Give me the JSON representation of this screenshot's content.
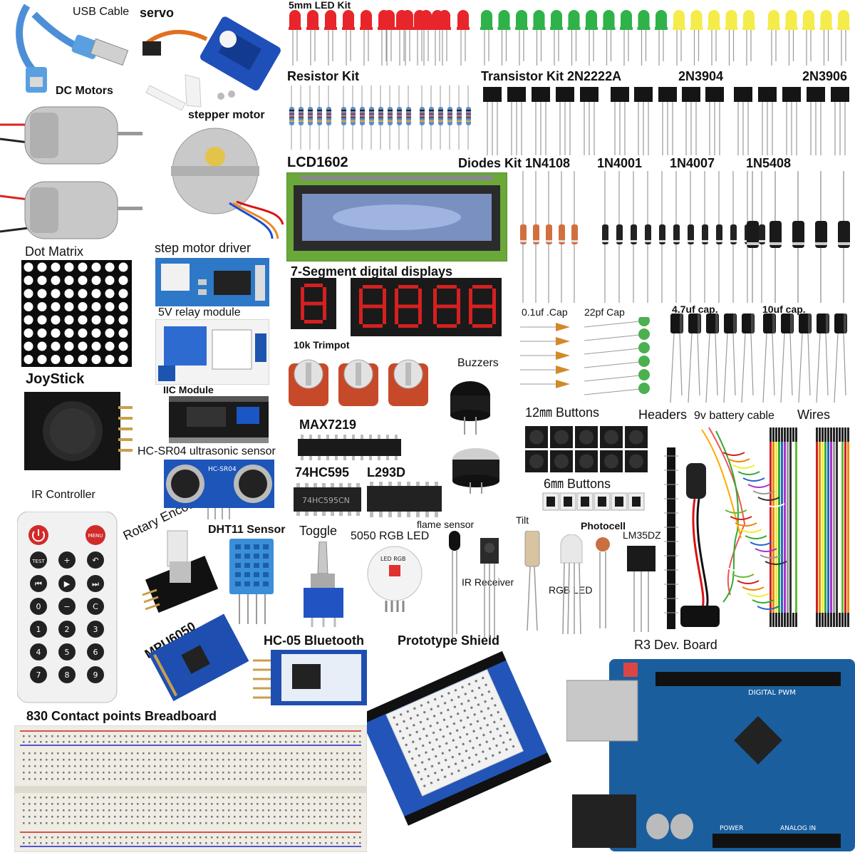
{
  "labels": {
    "usb_cable": "USB Cable",
    "servo": "servo",
    "led_kit": "5mm LED Kit",
    "dc_motors": "DC Motors",
    "resistor_kit": "Resistor Kit",
    "transistor_kit": "Transistor  Kit  2N2222A",
    "t_2n3904": "2N3904",
    "t_2n3906": "2N3906",
    "stepper_motor": "stepper motor",
    "lcd1602": "LCD1602",
    "diodes_kit": "Diodes Kit  1N4108",
    "d_1n4001": "1N4001",
    "d_1n4007": "1N4007",
    "d_1n5408": "1N5408",
    "dot_matrix": "Dot Matrix",
    "step_motor_driver": "step motor  driver",
    "seven_segment": "7-Segment digital displays",
    "relay_module": "5V relay module",
    "cap_01uf": "0.1uf .Cap",
    "cap_22pf": "22pf Cap",
    "cap_47uf": "4.7uf cap.",
    "cap_10uf": "10uf cap.",
    "trimpot": "10k Trimpot",
    "buzzers": "Buzzers",
    "joystick": "JoyStick",
    "iic_module": "IIC Module",
    "buttons_12mm": "12㎜  Buttons",
    "headers": "Headers",
    "battery_cable": "9v battery cable",
    "wires": "Wires",
    "max7219": "MAX7219",
    "hcsr04": "HC-SR04 ultrasonic sensor",
    "ic_74hc595": "74HC595",
    "ic_l293d": "L293D",
    "buttons_6mm": "6㎜  Buttons",
    "ir_controller": "IR Controller",
    "rotary_encoder": "Rotary Encoder",
    "dht11": "DHT11 Sensor",
    "toggle": "Toggle",
    "flame_sensor": "flame sensor",
    "tilt": "Tilt",
    "photocell": "Photocell",
    "lm35dz": "LM35DZ",
    "rgb_led_5050": "5050 RGB LED",
    "ir_receiver": "IR  Receiver",
    "rgb_led": "RGB LED",
    "mpu6050": "MPU6050",
    "hc05": "HC-05 Bluetooth",
    "prototype_shield": "Prototype Shield",
    "r3_board": "R3 Dev. Board",
    "breadboard": "830 Contact points Breadboard"
  },
  "printed_marks": {
    "remote_buttons": [
      "TEST",
      "MENU",
      "+",
      "0",
      "C",
      "1",
      "2",
      "3",
      "4",
      "5",
      "6",
      "7",
      "8",
      "9"
    ],
    "ic_74hc595_marking": "74HC595CN",
    "hcsr04_marking": "HC-SR04",
    "board_marking": "DIGITAL PWM",
    "board_power": "POWER",
    "board_analog": "ANALOG IN",
    "led_rgb_marking": "LED RGB"
  },
  "colors": {
    "led_red": "#e8252a",
    "led_green": "#2fb24a",
    "led_yellow": "#f4ec4a",
    "board_blue": "#1b5e9e",
    "lcd_green": "#8fc44a",
    "breadboard": "#f1ede4",
    "seven_seg": "#d62020"
  }
}
